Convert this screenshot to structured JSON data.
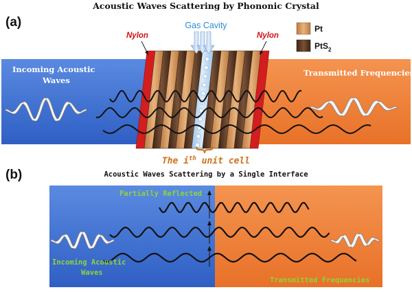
{
  "panel_a": {
    "title": "Acoustic Waves Scattering by Phononic Crystal",
    "label": "(a)",
    "gas_cavity_label": "Gas Cavity",
    "nylon_left_label": "Nylon",
    "nylon_right_label": "Nylon",
    "legend": [
      {
        "label": "Pt"
      },
      {
        "label": "PtS",
        "subscript": "2"
      }
    ],
    "incoming_label_line1": "Incoming Acoustic",
    "incoming_label_line2": "Waves",
    "transmitted_label": "Transmitted Frequencies",
    "unit_cell_prefix": "The i",
    "unit_cell_superscript": "th",
    "unit_cell_suffix": " unit cell"
  },
  "panel_b": {
    "title": "Acoustic Waves Scattering by a Single Interface",
    "label": "(b)",
    "reflected_label": "Partially Reflected",
    "incoming_label_line1": "Incoming Acoustic",
    "incoming_label_line2": "Waves",
    "transmitted_label": "Transmitted Frequencies"
  },
  "colors": {
    "incoming_medium": "#3a6fd0",
    "transmitted_medium": "#ee7d34",
    "nylon": "#d21e1e",
    "pt": "#d9a066",
    "pts2": "#5a3a26",
    "gas_cavity": "#bcd8ef",
    "gas_label": "#2a8bd6",
    "nylon_label": "#d01010",
    "unit_cell": "#d07018",
    "wave": "#111111",
    "green_label": "#8fd33a"
  }
}
